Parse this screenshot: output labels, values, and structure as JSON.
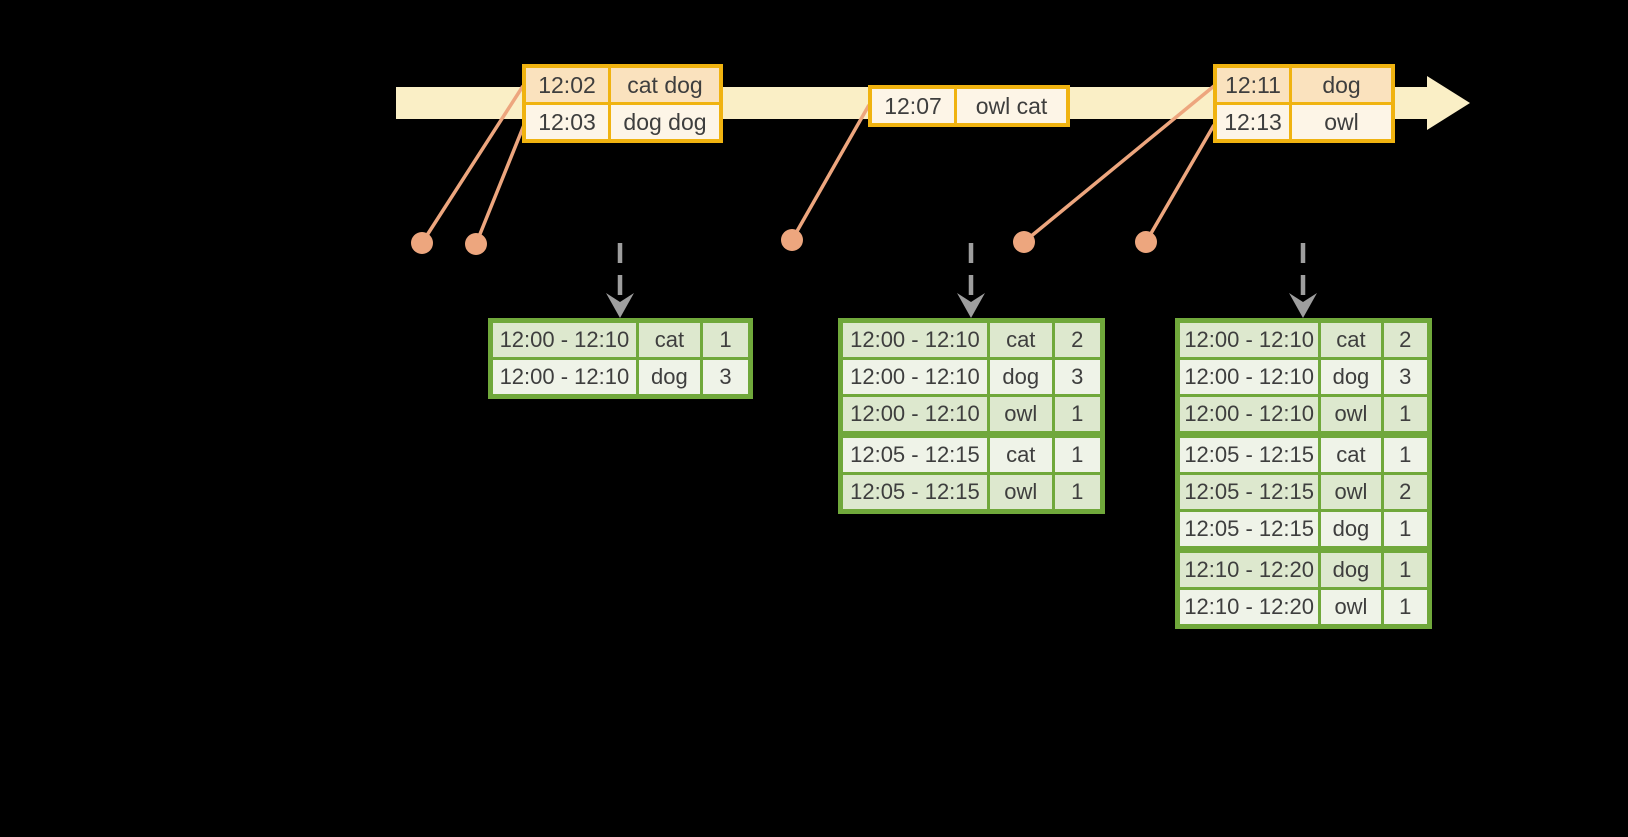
{
  "colors": {
    "background": "#000000",
    "timeline_band": "#FAEFC6",
    "event_border": "#F0B310",
    "event_row_dark": "#FAE2BE",
    "event_row_light": "#FDF5E7",
    "connector": "#EDA67E",
    "trigger_arrow": "#9E9E9E",
    "result_border": "#70A83B",
    "result_row_dark": "#DDE8CE",
    "result_row_light": "#EFF3E8",
    "text": "#3E3E3E"
  },
  "icons": {
    "timeline_arrowhead": "right-arrowhead",
    "trigger_arrow": "dashed-down-arrow",
    "event_marker": "dot"
  },
  "event_tables": [
    {
      "rows": [
        {
          "time": "12:02",
          "words": "cat dog",
          "tone": "dark"
        },
        {
          "time": "12:03",
          "words": "dog dog",
          "tone": "light"
        }
      ]
    },
    {
      "rows": [
        {
          "time": "12:07",
          "words": "owl cat",
          "tone": "light"
        }
      ]
    },
    {
      "rows": [
        {
          "time": "12:11",
          "words": "dog",
          "tone": "dark"
        },
        {
          "time": "12:13",
          "words": "owl",
          "tone": "light"
        }
      ]
    }
  ],
  "result_tables": [
    {
      "groups": [
        {
          "rows": [
            {
              "window": "12:00 - 12:10",
              "word": "cat",
              "count": "1",
              "tone": "dark"
            },
            {
              "window": "12:00 - 12:10",
              "word": "dog",
              "count": "3",
              "tone": "light"
            }
          ]
        }
      ]
    },
    {
      "groups": [
        {
          "rows": [
            {
              "window": "12:00 - 12:10",
              "word": "cat",
              "count": "2",
              "tone": "dark"
            },
            {
              "window": "12:00 - 12:10",
              "word": "dog",
              "count": "3",
              "tone": "light"
            },
            {
              "window": "12:00 - 12:10",
              "word": "owl",
              "count": "1",
              "tone": "dark"
            }
          ]
        },
        {
          "rows": [
            {
              "window": "12:05 - 12:15",
              "word": "cat",
              "count": "1",
              "tone": "light"
            },
            {
              "window": "12:05 - 12:15",
              "word": "owl",
              "count": "1",
              "tone": "dark"
            }
          ]
        }
      ]
    },
    {
      "groups": [
        {
          "rows": [
            {
              "window": "12:00 - 12:10",
              "word": "cat",
              "count": "2",
              "tone": "dark"
            },
            {
              "window": "12:00 - 12:10",
              "word": "dog",
              "count": "3",
              "tone": "light"
            },
            {
              "window": "12:00 - 12:10",
              "word": "owl",
              "count": "1",
              "tone": "dark"
            }
          ]
        },
        {
          "rows": [
            {
              "window": "12:05 - 12:15",
              "word": "cat",
              "count": "1",
              "tone": "light"
            },
            {
              "window": "12:05 - 12:15",
              "word": "owl",
              "count": "2",
              "tone": "dark"
            },
            {
              "window": "12:05 - 12:15",
              "word": "dog",
              "count": "1",
              "tone": "light"
            }
          ]
        },
        {
          "rows": [
            {
              "window": "12:10 - 12:20",
              "word": "dog",
              "count": "1",
              "tone": "dark"
            },
            {
              "window": "12:10 - 12:20",
              "word": "owl",
              "count": "1",
              "tone": "light"
            }
          ]
        }
      ]
    }
  ]
}
